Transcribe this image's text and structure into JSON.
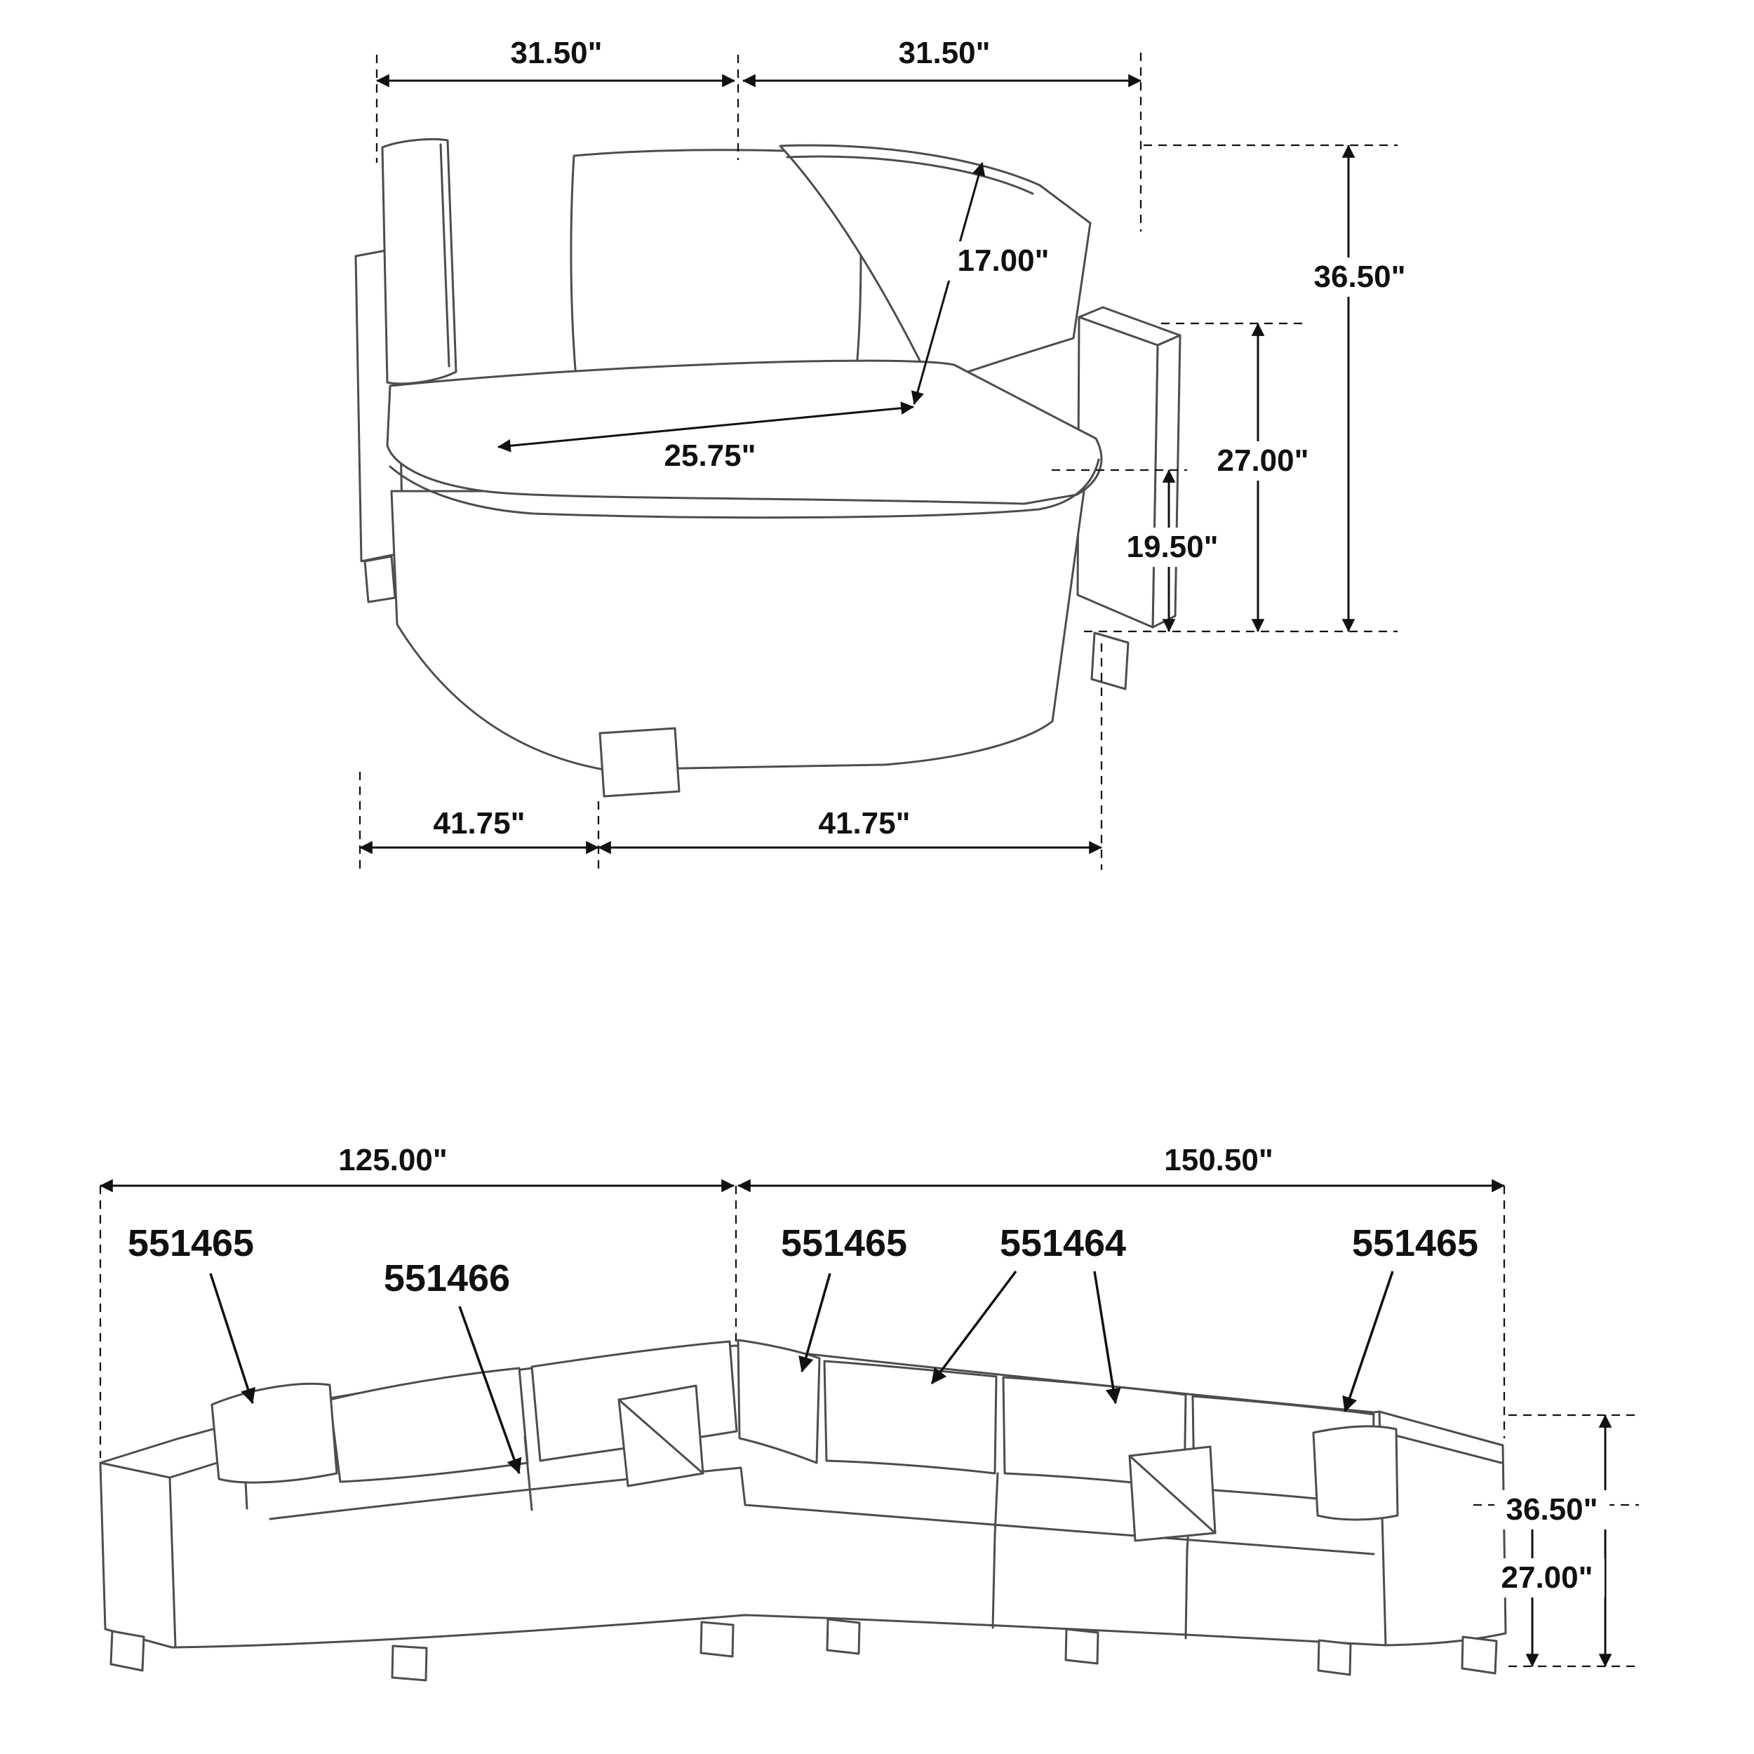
{
  "colors": {
    "ink": "#111111",
    "line_art": "#4d4d4d",
    "background": "#ffffff"
  },
  "top_diagram": {
    "description": "corner-module-dimension-drawing",
    "dimensions": {
      "back_width_left": "31.50\"",
      "back_width_right": "31.50\"",
      "back_pillow_height": "17.00\"",
      "overall_height": "36.50\"",
      "seat_depth": "25.75\"",
      "arm_height": "27.00\"",
      "seat_height": "19.50\"",
      "base_width_left": "41.75\"",
      "base_width_right": "41.75\""
    }
  },
  "bottom_diagram": {
    "description": "sectional-configuration-drawing",
    "dimensions": {
      "left_section_width": "125.00\"",
      "right_section_width": "150.50\"",
      "overall_height": "36.50\"",
      "seat_height": "27.00\""
    },
    "parts": [
      {
        "sku": "551465"
      },
      {
        "sku": "551466"
      },
      {
        "sku": "551465"
      },
      {
        "sku": "551464"
      },
      {
        "sku": "551465"
      }
    ]
  }
}
